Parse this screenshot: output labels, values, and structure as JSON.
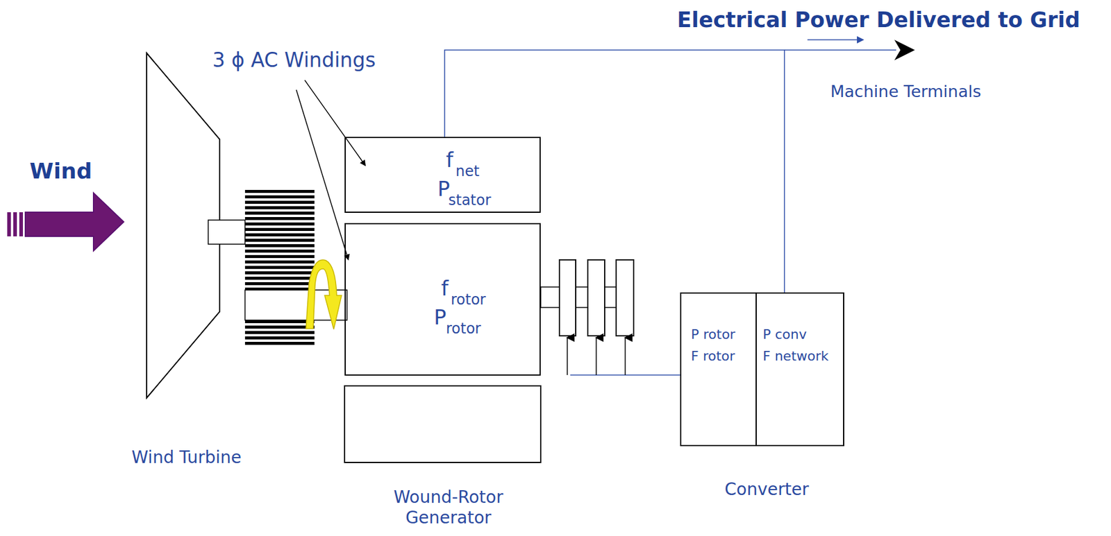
{
  "diagram": {
    "nodes": [
      {
        "text": [
          "f",
          "net",
          "P",
          "stator"
        ]
      },
      {
        "text": [
          "f",
          "rotor",
          "P",
          "rotor"
        ]
      },
      {
        "text": [
          "Converter"
        ]
      },
      {
        "text": [
          "P rotor",
          "F rotor"
        ],
        "in": 2
      },
      {
        "text": [
          "P conv",
          "F network"
        ],
        "in": 2
      }
    ],
    "edges": [
      {
        "from": 0,
        "to": 4,
        "arrow": "none"
      }
    ],
    "labels": [
      "Electrical Power Delivered to Grid",
      "3 ϕ AC Windings",
      "Wind",
      "Machine Terminals",
      "Wind Turbine",
      "Wound-Rotor Generator"
    ]
  }
}
